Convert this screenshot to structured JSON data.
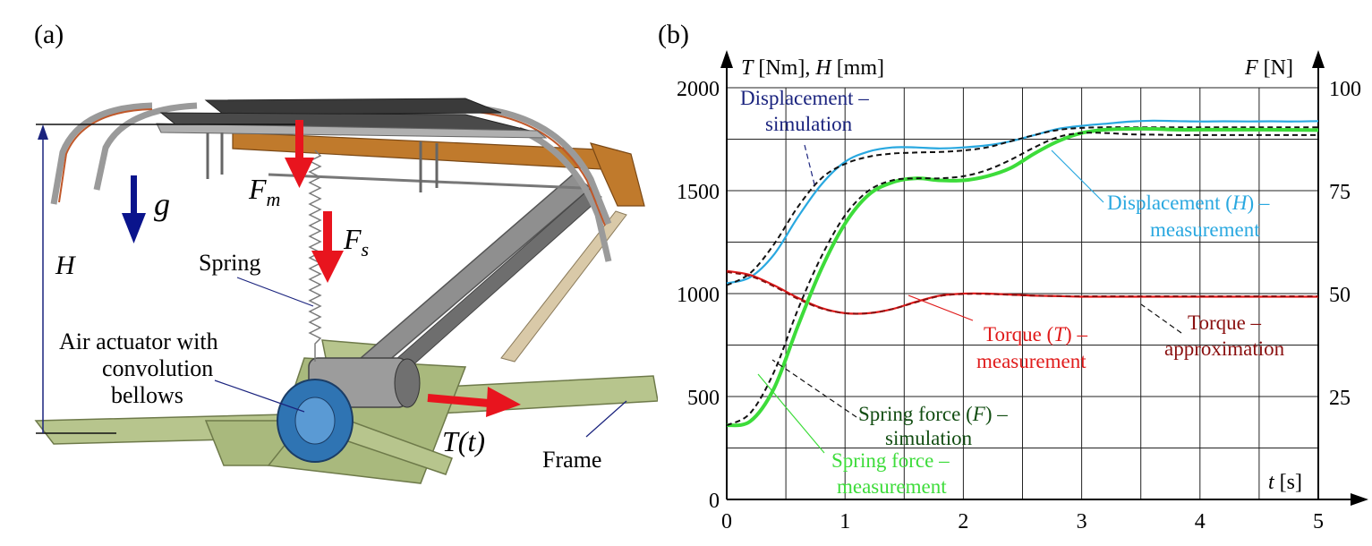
{
  "panel_a": {
    "label": "(a)",
    "labels": {
      "g": "g",
      "h": "H",
      "fm_main": "F",
      "fm_sub": "m",
      "fs_main": "F",
      "fs_sub": "s",
      "spring": "Spring",
      "air_line1": "Air actuator with",
      "air_line2": "convolution",
      "air_line3": "bellows",
      "torque": "T(t)",
      "frame": "Frame"
    },
    "colors": {
      "force_arrow": "#e8141e",
      "gravity_arrow": "#0a148c",
      "height_line": "#1a237e",
      "frame": "#b7c58d",
      "bellows": "#2f74b3",
      "bow": "#9a9a9a",
      "bow_edge": "#c0582a",
      "arm": "#c07a2c"
    }
  },
  "panel_b": {
    "label": "(b)",
    "left_axis_label": {
      "t": "T",
      "units1": " [Nm], ",
      "h": "H",
      "units2": " [mm]"
    },
    "right_axis_label": {
      "f": "F",
      "units": " [N]"
    },
    "x_axis_label": {
      "t": "t",
      "units": " [s]"
    },
    "annotations": {
      "disp_sim_1": "Displacement –",
      "disp_sim_2": "simulation",
      "disp_meas_1": "Displacement (",
      "disp_meas_h": "H",
      "disp_meas_2": ") –",
      "disp_meas_3": "measurement",
      "torque_meas_1": "Torque (",
      "torque_meas_t": "T",
      "torque_meas_2": ") –",
      "torque_meas_3": "measurement",
      "torque_approx_1": "Torque –",
      "torque_approx_2": "approximation",
      "spring_sim_1": "Spring force (",
      "spring_sim_f": "F",
      "spring_sim_2": ") –",
      "spring_sim_3": "simulation",
      "spring_meas_1": "Spring force –",
      "spring_meas_2": "measurement"
    }
  },
  "chart_data": {
    "type": "line",
    "xlabel": "t [s]",
    "ylabel": "T [Nm], H [mm]",
    "ylabel_right": "F [N]",
    "xlim": [
      0,
      5
    ],
    "ylim": [
      0,
      2000
    ],
    "ylim_right": [
      0,
      100
    ],
    "x_ticks": [
      0,
      1,
      2,
      3,
      4,
      5
    ],
    "y_ticks": [
      0,
      500,
      1000,
      1500,
      2000
    ],
    "y_ticks_right": [
      25,
      50,
      75,
      100
    ],
    "grid": true,
    "series": [
      {
        "name": "Displacement (H) – measurement",
        "axis": "left",
        "style": "solid",
        "color": "#29a8e0",
        "x": [
          0,
          0.2,
          0.4,
          0.6,
          0.8,
          1.0,
          1.2,
          1.4,
          1.6,
          1.8,
          2.0,
          2.2,
          2.4,
          2.6,
          2.8,
          3.0,
          3.2,
          3.4,
          3.6,
          3.8,
          4.0,
          4.2,
          4.4,
          4.6,
          4.8,
          5.0
        ],
        "y": [
          1050,
          1080,
          1190,
          1370,
          1530,
          1640,
          1690,
          1710,
          1710,
          1705,
          1710,
          1720,
          1740,
          1770,
          1800,
          1815,
          1825,
          1835,
          1840,
          1838,
          1836,
          1837,
          1836,
          1837,
          1836,
          1838
        ]
      },
      {
        "name": "Displacement – simulation",
        "axis": "left",
        "style": "dashed",
        "color": "#111111",
        "x": [
          0,
          0.2,
          0.4,
          0.6,
          0.8,
          1.0,
          1.2,
          1.4,
          1.6,
          1.8,
          2.0,
          2.2,
          2.4,
          2.6,
          2.8,
          3.0,
          3.2,
          3.4,
          3.6,
          3.8,
          4.0,
          4.2,
          4.4,
          4.6,
          4.8,
          5.0
        ],
        "y": [
          1040,
          1100,
          1240,
          1420,
          1560,
          1630,
          1665,
          1680,
          1685,
          1688,
          1695,
          1710,
          1740,
          1770,
          1795,
          1805,
          1808,
          1808,
          1808,
          1808,
          1808,
          1808,
          1808,
          1808,
          1808,
          1808
        ]
      },
      {
        "name": "Torque (T) – measurement",
        "axis": "left",
        "style": "solid",
        "color": "#e01b1b",
        "x": [
          0,
          0.2,
          0.4,
          0.6,
          0.8,
          1.0,
          1.2,
          1.4,
          1.6,
          1.8,
          2.0,
          2.2,
          2.4,
          2.6,
          2.8,
          3.0,
          3.5,
          4.0,
          4.5,
          5.0
        ],
        "y": [
          1110,
          1090,
          1040,
          980,
          930,
          905,
          905,
          925,
          960,
          990,
          1000,
          1000,
          995,
          990,
          988,
          985,
          985,
          985,
          985,
          985
        ]
      },
      {
        "name": "Torque – approximation",
        "axis": "left",
        "style": "dashed",
        "color": "#8a1010",
        "x": [
          0,
          0.2,
          0.4,
          0.6,
          0.8,
          1.0,
          1.2,
          1.4,
          1.6,
          1.8,
          2.0,
          2.2,
          2.4,
          2.6,
          2.8,
          3.0,
          3.5,
          4.0,
          4.5,
          5.0
        ],
        "y": [
          1105,
          1085,
          1035,
          975,
          928,
          905,
          905,
          925,
          958,
          988,
          998,
          998,
          994,
          990,
          988,
          987,
          987,
          987,
          987,
          987
        ]
      },
      {
        "name": "Spring force – measurement",
        "axis": "right",
        "style": "solid",
        "color": "#3ddc3a",
        "x": [
          0,
          0.2,
          0.4,
          0.6,
          0.8,
          1.0,
          1.2,
          1.4,
          1.6,
          1.8,
          2.0,
          2.2,
          2.4,
          2.6,
          2.8,
          3.0,
          3.2,
          3.4,
          3.6,
          3.8,
          4.0,
          4.5,
          5.0
        ],
        "y": [
          18,
          19,
          27,
          42,
          56,
          67,
          74,
          77,
          78,
          77.5,
          77.5,
          78.5,
          80.5,
          84,
          87,
          89,
          89.8,
          90,
          90,
          89.8,
          89.8,
          89.8,
          89.7
        ]
      },
      {
        "name": "Spring force (F) – simulation",
        "axis": "right",
        "style": "dashed",
        "color": "#111111",
        "x": [
          0,
          0.2,
          0.4,
          0.6,
          0.8,
          1.0,
          1.2,
          1.4,
          1.6,
          1.8,
          2.0,
          2.2,
          2.4,
          2.6,
          2.8,
          3.0,
          3.2,
          3.4,
          3.6,
          3.8,
          4.0,
          4.5,
          5.0
        ],
        "y": [
          18,
          21,
          31,
          46,
          59,
          69,
          75,
          77.5,
          78,
          78,
          78.5,
          80,
          82.5,
          85.5,
          88,
          89,
          89,
          88.7,
          88.6,
          88.5,
          88.5,
          88.5,
          88.5
        ]
      }
    ]
  }
}
